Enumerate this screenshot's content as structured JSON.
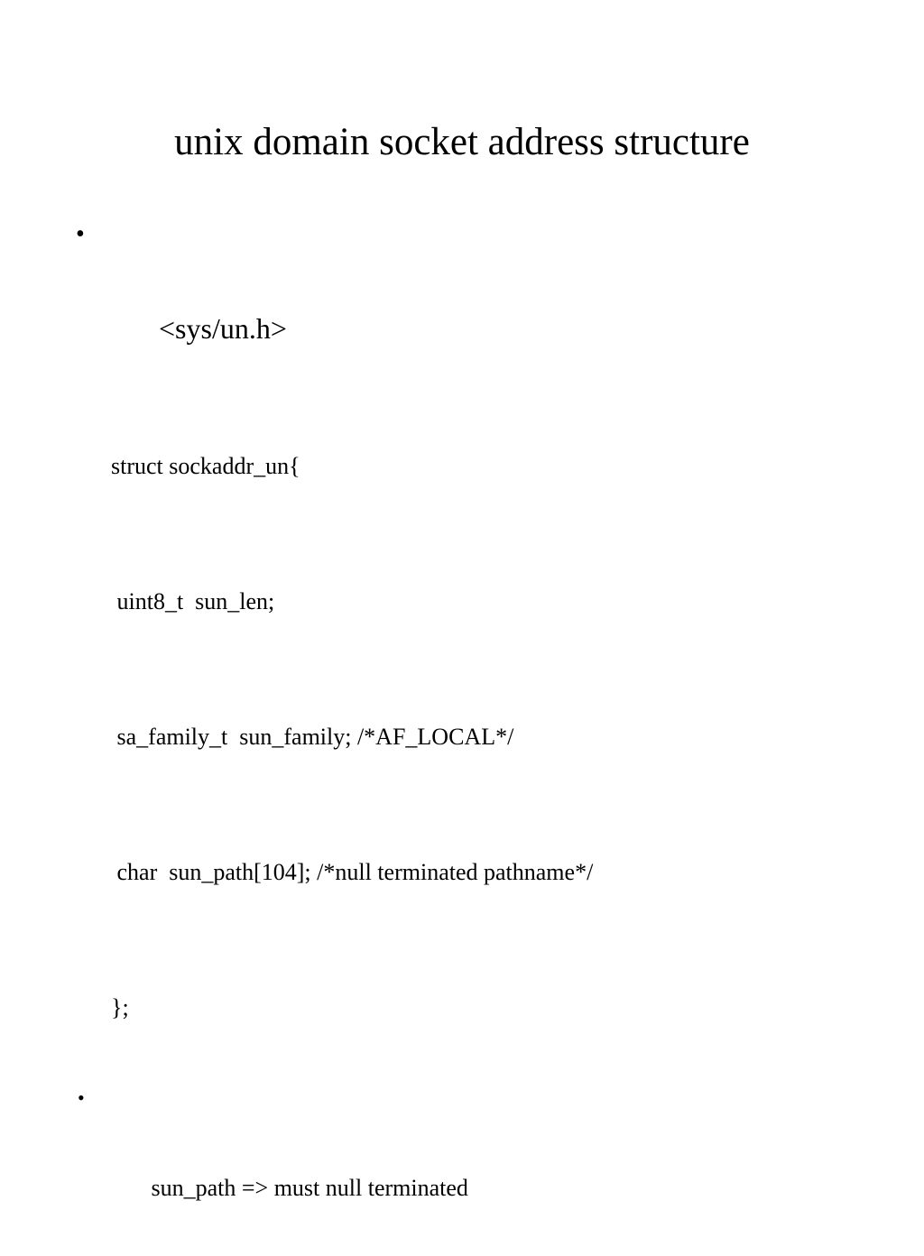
{
  "slide": {
    "title": "unix domain socket address structure",
    "background_color": "#ffffff",
    "text_color": "#000000",
    "bullet_glyph": "•",
    "body": [
      {
        "kind": "bullet",
        "level": 1,
        "bullet": "•",
        "text": "<sys/un.h>"
      },
      {
        "kind": "code",
        "level": 0,
        "bullet": "",
        "text": "struct sockaddr_un{"
      },
      {
        "kind": "code",
        "level": 0,
        "bullet": "",
        "text": " uint8_t  sun_len;"
      },
      {
        "kind": "code",
        "level": 0,
        "bullet": "",
        "text": " sa_family_t  sun_family; /*AF_LOCAL*/"
      },
      {
        "kind": "code",
        "level": 0,
        "bullet": "",
        "text": " char  sun_path[104]; /*null terminated pathname*/"
      },
      {
        "kind": "code",
        "level": 0,
        "bullet": "",
        "text": "};"
      },
      {
        "kind": "bullet",
        "level": 2,
        "bullet": "•",
        "text": " sun_path => must null terminated"
      }
    ]
  }
}
